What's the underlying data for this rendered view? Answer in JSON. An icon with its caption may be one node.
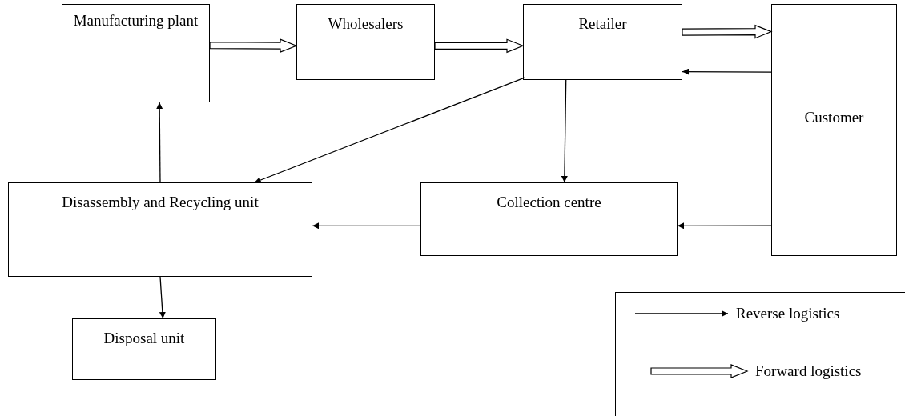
{
  "diagram": {
    "nodes": [
      {
        "text": [
          "Manufacturing plant"
        ]
      },
      {
        "text": [
          "Wholesalers"
        ]
      },
      {
        "text": [
          "Retailer"
        ]
      },
      {
        "text": [
          "Customer"
        ]
      },
      {
        "text": [
          "Disassembly and Recycling unit"
        ]
      },
      {
        "text": [
          "Collection centre"
        ]
      },
      {
        "text": [
          "Disposal unit"
        ]
      }
    ],
    "edges": [
      {
        "from": 0,
        "to": 1,
        "arrow": "to",
        "style": "thick"
      },
      {
        "from": 1,
        "to": 2,
        "arrow": "to",
        "style": "thick"
      },
      {
        "from": 2,
        "to": 3,
        "arrow": "to",
        "style": "thick"
      },
      {
        "from": 3,
        "to": 2,
        "arrow": "to"
      },
      {
        "from": 2,
        "to": 4,
        "arrow": "to"
      },
      {
        "from": 2,
        "to": 5,
        "arrow": "to"
      },
      {
        "from": 3,
        "to": 5,
        "arrow": "to"
      },
      {
        "from": 5,
        "to": 4,
        "arrow": "to"
      },
      {
        "from": 4,
        "to": 0,
        "arrow": "to"
      },
      {
        "from": 4,
        "to": 6,
        "arrow": "to"
      }
    ],
    "legend": [
      {
        "text": "Reverse logistics"
      },
      {
        "text": "Forward logistics"
      }
    ]
  }
}
